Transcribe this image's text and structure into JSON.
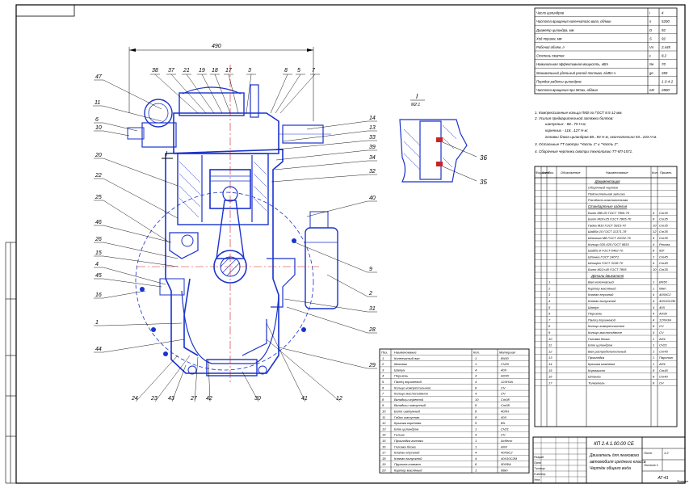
{
  "drawing": {
    "dimension_width": "490",
    "section_label": "I",
    "detail_label": "I",
    "detail_scale": "М2:1",
    "callouts_left": [
      "47",
      "11",
      "6",
      "10",
      "20",
      "22",
      "25",
      "46",
      "26",
      "15",
      "4",
      "45",
      "16",
      "1",
      "44",
      "24",
      "23",
      "43",
      "27",
      "42",
      "30",
      "41",
      "12"
    ],
    "callouts_top": [
      "38",
      "37",
      "21",
      "19",
      "18",
      "17",
      "3",
      "8",
      "5",
      "7"
    ],
    "callouts_right": [
      "14",
      "13",
      "33",
      "39",
      "34",
      "32",
      "40",
      "9",
      "2",
      "31",
      "28",
      "29"
    ],
    "detail_callouts": [
      "36",
      "35"
    ]
  },
  "spec_table": {
    "rows": [
      {
        "name": "Число цилиндров",
        "sym": "i",
        "val": "4"
      },
      {
        "name": "Частота вращения коленчатого вала, об/мин",
        "sym": "n",
        "val": "5200"
      },
      {
        "name": "Диаметр цилиндра, мм",
        "sym": "D",
        "val": "92"
      },
      {
        "name": "Ход поршня, мм",
        "sym": "S",
        "val": "92"
      },
      {
        "name": "Рабочий объём, л",
        "sym": "Vл",
        "val": "2,445"
      },
      {
        "name": "Степень сжатия",
        "sym": "ε",
        "val": "8,2"
      },
      {
        "name": "Номинальная эффективная мощность, кВт",
        "sym": "Ne",
        "val": "70"
      },
      {
        "name": "Минимальный удельный расход топлива, г/кВт·ч",
        "sym": "ge",
        "val": "283"
      },
      {
        "name": "Порядок работы цилиндров",
        "sym": "",
        "val": "1-3-4-2"
      },
      {
        "name": "Частота вращения при Mmax, об/мин",
        "sym": "nM",
        "val": "2800"
      }
    ]
  },
  "notes": [
    "1. Компрессионные кольца ПКВ по ГОСТ 8.5-12 мм.",
    "2. Усилия предварительной затяжки болтов:",
    "шатунных - 68...75 Н·м;",
    "коренных - 118...127 Н·м;",
    "головки блока цилиндров 88...93 Н·м, окончательно 93...103 Н·м.",
    "3. Остальные ТТ смотри \"Часть 1\" и \"Часть 2\".",
    "4. Сборочные чертежи смотри технологию ТТ-КП-1571."
  ],
  "bom": {
    "headers": [
      "Формат",
      "Зона",
      "Поз.",
      "Обозначение",
      "Наименование",
      "Кол.",
      "Примеч."
    ],
    "sections": [
      {
        "title": "Документация",
        "items": [
          [
            "",
            "",
            "Сборочный чертеж",
            "",
            ""
          ],
          [
            "",
            "",
            "Пояснительная записка",
            "",
            ""
          ],
          [
            "",
            "",
            "Расчётно-пояснительная",
            "",
            ""
          ]
        ]
      },
      {
        "title": "Стандартные изделия",
        "items": [
          [
            "",
            "",
            "Болт М8×20 ГОСТ 7805-70",
            "4",
            "Ст35"
          ],
          [
            "",
            "",
            "Болт М10×25 ГОСТ 7805-70",
            "8",
            "Ст35"
          ],
          [
            "",
            "",
            "Гайка М10 ГОСТ 5915-70",
            "10",
            "Ст35"
          ],
          [
            "",
            "",
            "Шайба 10 ГОСТ 11371-78",
            "12",
            "Ст35"
          ],
          [
            "",
            "",
            "Шпилька М8 ГОСТ 22032-76",
            "6",
            "Ст35"
          ],
          [
            "",
            "",
            "Кольцо 020-025 ГОСТ 9833",
            "4",
            "Резина"
          ],
          [
            "",
            "",
            "Шайба 8 ГОСТ 6402-70",
            "8",
            "65Г"
          ],
          [
            "",
            "",
            "Шпонка ГОСТ 24071",
            "2",
            "Ст45"
          ],
          [
            "",
            "",
            "Штифт ГОСТ 3128-70",
            "4",
            "Ст45"
          ],
          [
            "",
            "",
            "Болт М12×40 ГОСТ 7805",
            "10",
            "Ст35"
          ]
        ]
      },
      {
        "title": "Детали двигателя",
        "items": [
          [
            "1",
            "",
            "Вал коленчатый",
            "1",
            "ВЧ50"
          ],
          [
            "2",
            "",
            "Картер масляный",
            "1",
            "08кп"
          ],
          [
            "3",
            "",
            "Клапан впускной",
            "4",
            "40Х9С2"
          ],
          [
            "4",
            "",
            "Клапан выпускной",
            "4",
            "40Х10С2М"
          ],
          [
            "5",
            "",
            "Шатун",
            "4",
            "40Х"
          ],
          [
            "6",
            "",
            "Поршень",
            "4",
            "АЛ30"
          ],
          [
            "7",
            "",
            "Палец поршневой",
            "4",
            "12ХН3А"
          ],
          [
            "8",
            "",
            "Кольцо компрессионное",
            "8",
            "СЧ"
          ],
          [
            "9",
            "",
            "Кольцо маслосъёмное",
            "4",
            "СЧ"
          ],
          [
            "10",
            "",
            "Головка блока",
            "1",
            "АЛ4"
          ],
          [
            "11",
            "",
            "Блок цилиндров",
            "1",
            "СЧ21"
          ],
          [
            "12",
            "",
            "Вал распределительный",
            "1",
            "Ст45"
          ],
          [
            "13",
            "",
            "Прокладка",
            "1",
            "Паронит"
          ],
          [
            "14",
            "",
            "Крышка клапанов",
            "1",
            "АЛ4"
          ],
          [
            "15",
            "",
            "Коромысло",
            "8",
            "Ст45"
          ],
          [
            "16",
            "",
            "Штанга",
            "8",
            "Ст40"
          ],
          [
            "17",
            "",
            "Толкатель",
            "8",
            "СЧ"
          ]
        ]
      }
    ]
  },
  "lower_table": {
    "headers": [
      "Поз.",
      "Наименование",
      "Кол.",
      "Материал"
    ],
    "rows": [
      [
        "1",
        "Коленчатый вал",
        "1",
        "ВЧ50"
      ],
      [
        "2",
        "Маховик",
        "1",
        "СЧ20"
      ],
      [
        "3",
        "Шатун",
        "4",
        "40Х"
      ],
      [
        "4",
        "Поршень",
        "4",
        "АЛ30"
      ],
      [
        "5",
        "Палец поршневой",
        "4",
        "12ХН3А"
      ],
      [
        "6",
        "Кольцо компрессионное",
        "8",
        "СЧ"
      ],
      [
        "7",
        "Кольцо маслосъёмное",
        "4",
        "СЧ"
      ],
      [
        "8",
        "Вкладыш коренной",
        "10",
        "Ст08"
      ],
      [
        "9",
        "Вкладыш шатунный",
        "8",
        "Ст08"
      ],
      [
        "10",
        "Болт шатунный",
        "8",
        "40ХН"
      ],
      [
        "11",
        "Гайка шатунная",
        "8",
        "40Х"
      ],
      [
        "12",
        "Крышка коренная",
        "5",
        "ВЧ"
      ],
      [
        "13",
        "Блок цилиндров",
        "1",
        "СЧ21"
      ],
      [
        "14",
        "Гильза",
        "4",
        "СЧ"
      ],
      [
        "15",
        "Прокладка головки",
        "1",
        "Асбест"
      ],
      [
        "16",
        "Головка блока",
        "1",
        "АЛ4"
      ],
      [
        "17",
        "Клапан впускной",
        "4",
        "40Х9С2"
      ],
      [
        "18",
        "Клапан выпускной",
        "4",
        "40Х10С2М"
      ],
      [
        "19",
        "Пружина клапана",
        "8",
        "50ХФА"
      ],
      [
        "20",
        "Картер масляный",
        "1",
        "08кп"
      ]
    ]
  },
  "title_block": {
    "doc_title_lines": [
      "Двигатель для легкового",
      "автомобиля среднего класса",
      "Чертёж общего вида"
    ],
    "doc_code": "КП 2.4.1.00.00 СБ",
    "sheet": "Лист",
    "sheets": "Листов 1",
    "scale": "1:2",
    "org": "АТ-41",
    "format": "Формат А1",
    "roles": [
      "Разраб.",
      "Пров.",
      "Т.контр.",
      "Н.контр.",
      "Утв."
    ]
  }
}
